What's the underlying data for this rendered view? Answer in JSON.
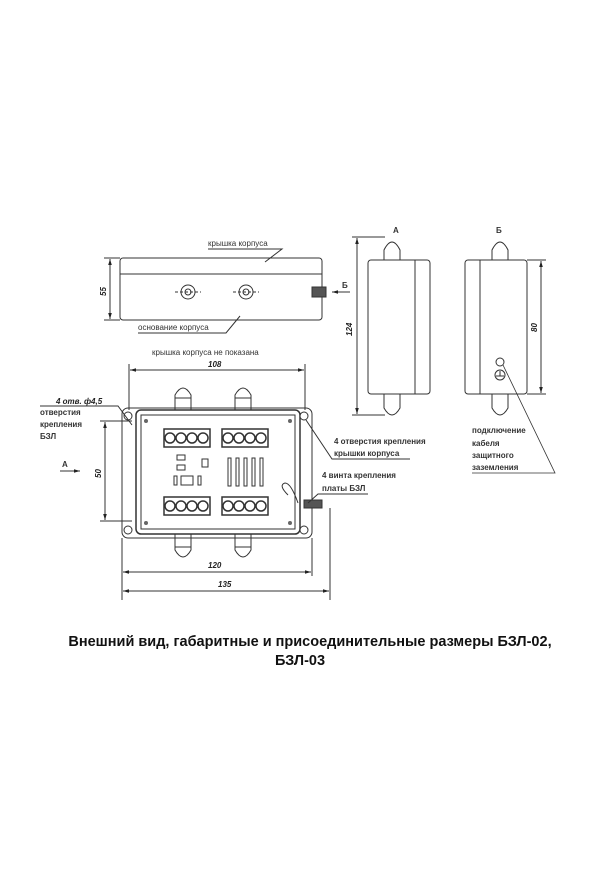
{
  "top_view": {
    "cover_label": "крышка корпуса",
    "base_label": "основание корпуса",
    "height_dim": "55",
    "view_b_marker": "Б"
  },
  "front_view": {
    "note": "крышка корпуса не показана",
    "dim_inner_width": "108",
    "dim_width": "120",
    "dim_total_width": "135",
    "dim_height": "50",
    "view_a_marker": "А",
    "holes_label": [
      "4 отв. ф4,5",
      "отверстия",
      "крепления",
      "БЗЛ"
    ],
    "cover_holes_label": [
      "4 отверстия крепления",
      "крышки корпуса"
    ],
    "screws_label": [
      "4 винта крепления",
      "платы БЗЛ"
    ]
  },
  "side_view_a": {
    "marker": "А",
    "height_dim": "124"
  },
  "side_view_b": {
    "marker": "Б",
    "height_dim": "80",
    "ground_label": [
      "подключение",
      "кабеля",
      "защитного",
      "заземления"
    ]
  },
  "caption": {
    "line1": "Внешний вид, габаритные и присоединительные размеры БЗЛ-02,",
    "line2": "БЗЛ-03"
  }
}
